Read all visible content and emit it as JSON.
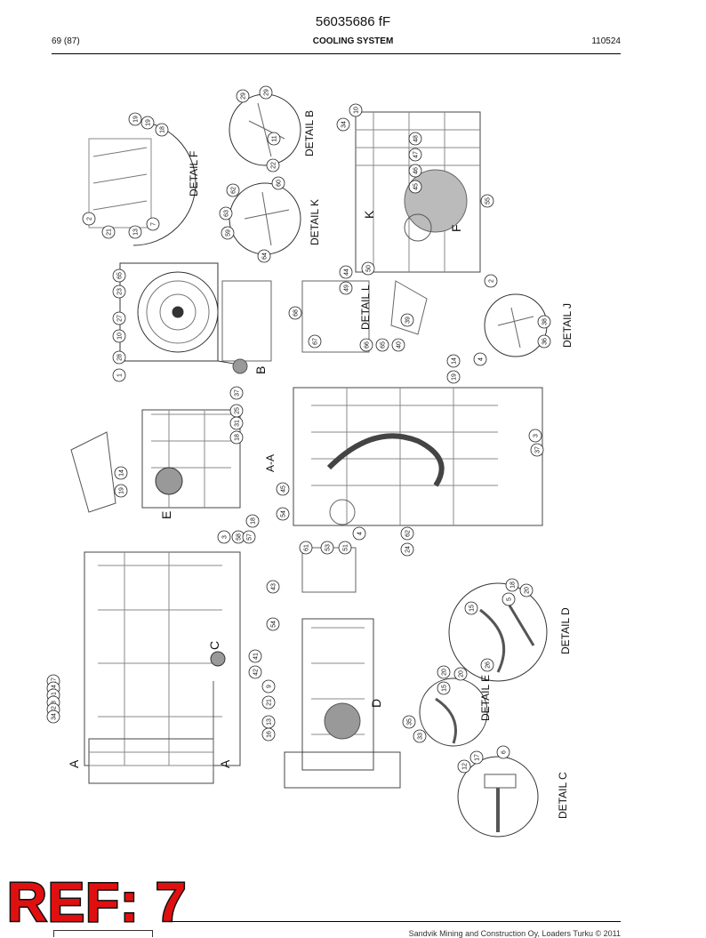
{
  "header": {
    "doc_number": "56035686 fF",
    "page": "69 (87)",
    "section_title": "COOLING SYSTEM",
    "date": "110524"
  },
  "diagram": {
    "view_labels": [
      "DETAIL F",
      "DETAIL B",
      "DETAIL K",
      "DETAIL L",
      "DETAIL J",
      "DETAIL D",
      "DETAIL E",
      "DETAIL C",
      "A-A"
    ],
    "letters": [
      "A",
      "A",
      "B",
      "C",
      "D",
      "E",
      "F",
      "K"
    ],
    "callouts": [
      "19",
      "19",
      "18",
      "2",
      "21",
      "13",
      "7",
      "29",
      "29",
      "11",
      "22",
      "62",
      "63",
      "60",
      "59",
      "64",
      "65",
      "23",
      "27",
      "10",
      "28",
      "1",
      "10",
      "34",
      "48",
      "47",
      "46",
      "45",
      "55",
      "50",
      "2",
      "44",
      "49",
      "68",
      "67",
      "66",
      "65",
      "40",
      "39",
      "38",
      "36",
      "37",
      "25",
      "31",
      "18",
      "14",
      "19",
      "3",
      "58",
      "57",
      "18",
      "14",
      "19",
      "4",
      "3",
      "37",
      "45",
      "54",
      "4",
      "62",
      "24",
      "61",
      "53",
      "51",
      "43",
      "54",
      "41",
      "42",
      "9",
      "21",
      "13",
      "16",
      "18",
      "20",
      "5",
      "15",
      "26",
      "20",
      "15",
      "20",
      "35",
      "33",
      "6",
      "17",
      "12",
      "17",
      "24",
      "61",
      "8",
      "32",
      "34"
    ]
  },
  "footer": {
    "copyright": "Sandvik Mining and Construction Oy, Loaders Turku © 2011",
    "ref_stamp": "REF: 7"
  }
}
